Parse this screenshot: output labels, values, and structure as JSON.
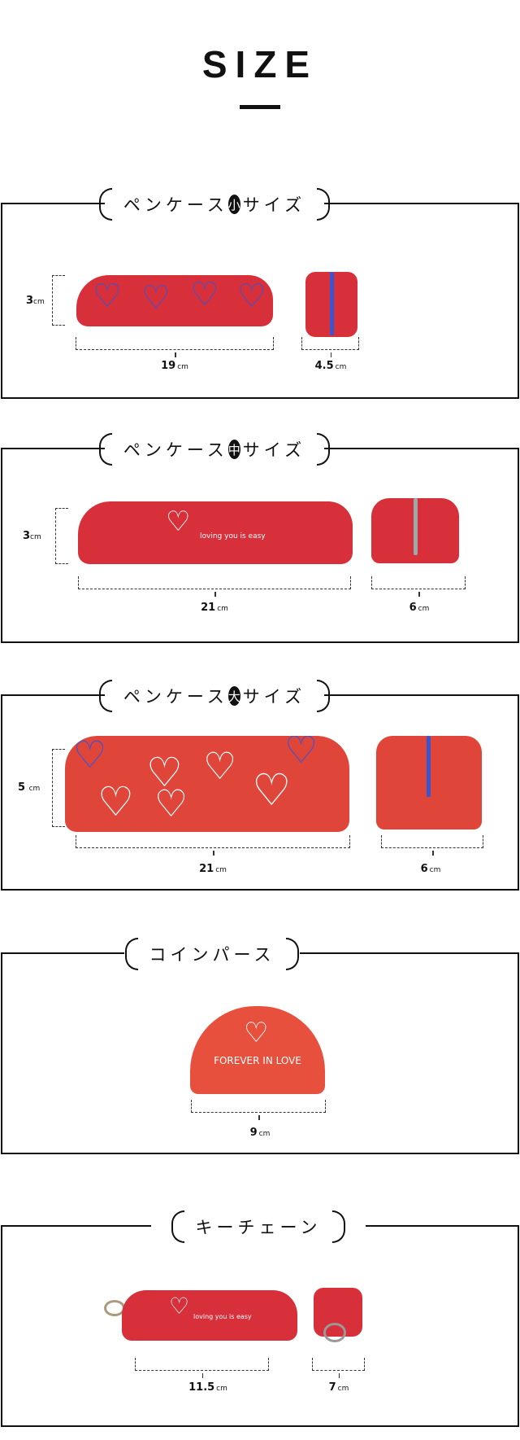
{
  "title": "SIZE",
  "sections": [
    {
      "name": "ペンケース",
      "badge": "小",
      "suffix": "サイズ",
      "height": "3",
      "length": "19",
      "depth": "4.5",
      "unit": "cm"
    },
    {
      "name": "ペンケース",
      "badge": "中",
      "suffix": "サイズ",
      "height": "3",
      "length": "21",
      "depth": "6",
      "unit": "cm",
      "print_text": "loving you is easy"
    },
    {
      "name": "ペンケース",
      "badge": "大",
      "suffix": "サイズ",
      "height": "5",
      "length": "21",
      "depth": "6",
      "unit": "cm"
    },
    {
      "name": "コインパース",
      "length": "9",
      "unit": "cm",
      "print_text": "FOREVER IN LOVE"
    },
    {
      "name": "キーチェーン",
      "length": "11.5",
      "depth": "7",
      "unit": "cm",
      "print_text": "loving you is easy"
    }
  ],
  "colors": {
    "red": "#d8303a",
    "blue": "#3b55d0",
    "coral": "#e8503e"
  }
}
